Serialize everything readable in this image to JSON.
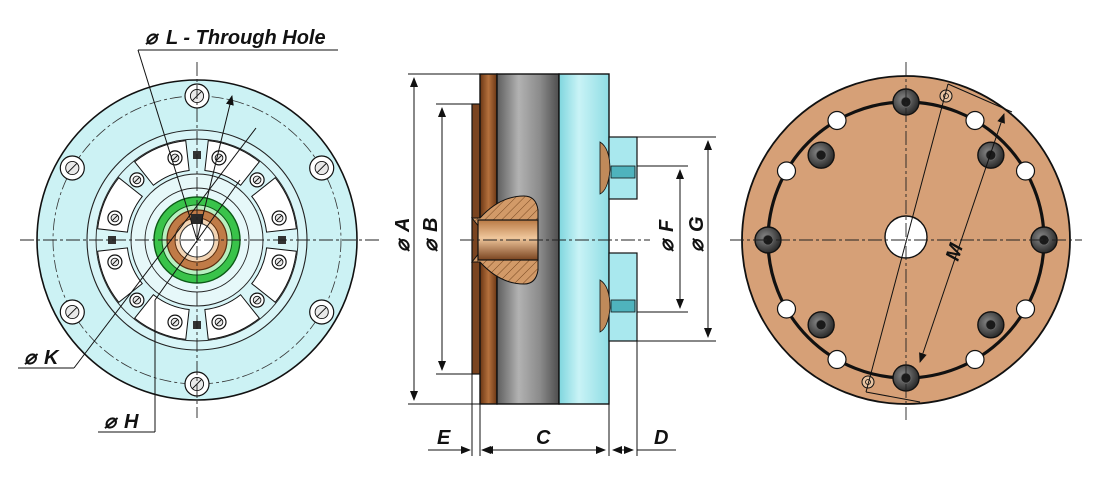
{
  "labels": {
    "through_hole": "L - Through Hole",
    "dia_k": "K",
    "dia_h": "H",
    "dia_a": "A",
    "dia_b": "B",
    "dia_f": "F",
    "dia_g": "G",
    "dim_e": "E",
    "dim_c": "C",
    "dim_d": "D",
    "dim_m": "M"
  },
  "symbols": {
    "diameter": "⌀"
  },
  "colors": {
    "cyan_part": "#ccf2f4",
    "cyan_face": "#9fe4ea",
    "copper": "#d39a6a",
    "copper_dark": "#8c4f24",
    "gray_body": "#8c8c8c",
    "green_ring": "#39c34a",
    "bolt_dark": "#3c3c3c"
  }
}
